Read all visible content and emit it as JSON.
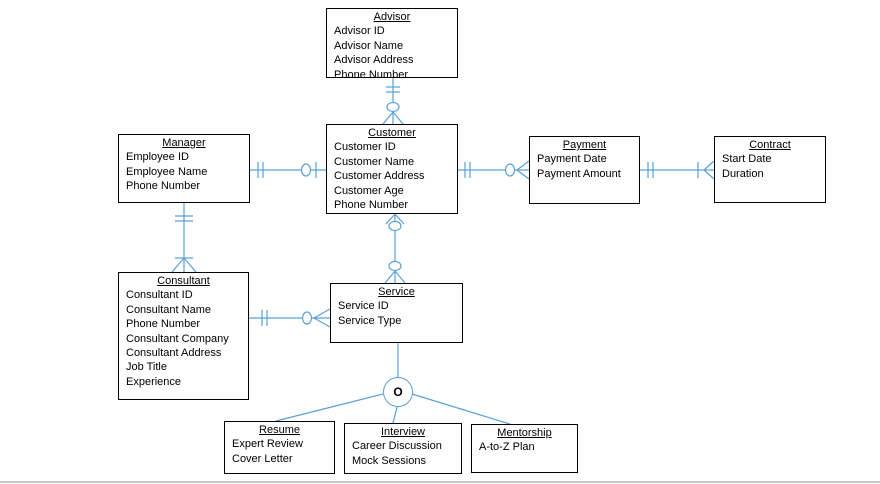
{
  "line_color": "#5aa0d6",
  "entities": {
    "advisor": {
      "title": "Advisor",
      "attrs": [
        "Advisor ID",
        "Advisor Name",
        "Advisor Address",
        "Phone Number"
      ]
    },
    "manager": {
      "title": "Manager",
      "attrs": [
        "Employee ID",
        "Employee Name",
        "Phone Number"
      ]
    },
    "customer": {
      "title": "Customer",
      "attrs": [
        "Customer ID",
        "Customer Name",
        "Customer Address",
        "Customer Age",
        "Phone Number"
      ]
    },
    "payment": {
      "title": "Payment",
      "attrs": [
        "Payment Date",
        "Payment Amount"
      ]
    },
    "contract": {
      "title": "Contract",
      "attrs": [
        "Start Date",
        "Duration"
      ]
    },
    "consultant": {
      "title": "Consultant",
      "attrs": [
        "Consultant ID",
        "Consultant Name",
        "Phone Number",
        "Consultant Company",
        "Consultant Address",
        "Job Title",
        "Experience"
      ]
    },
    "service": {
      "title": "Service",
      "attrs": [
        "Service ID",
        "Service Type"
      ]
    },
    "resume": {
      "title": "Resume",
      "attrs": [
        "Expert Review",
        "Cover Letter"
      ]
    },
    "interview": {
      "title": "Interview",
      "attrs": [
        "Career Discussion",
        "Mock Sessions"
      ]
    },
    "mentorship": {
      "title": "Mentorship",
      "attrs": [
        "A-to-Z Plan"
      ]
    }
  },
  "disjoint_symbol": "O"
}
